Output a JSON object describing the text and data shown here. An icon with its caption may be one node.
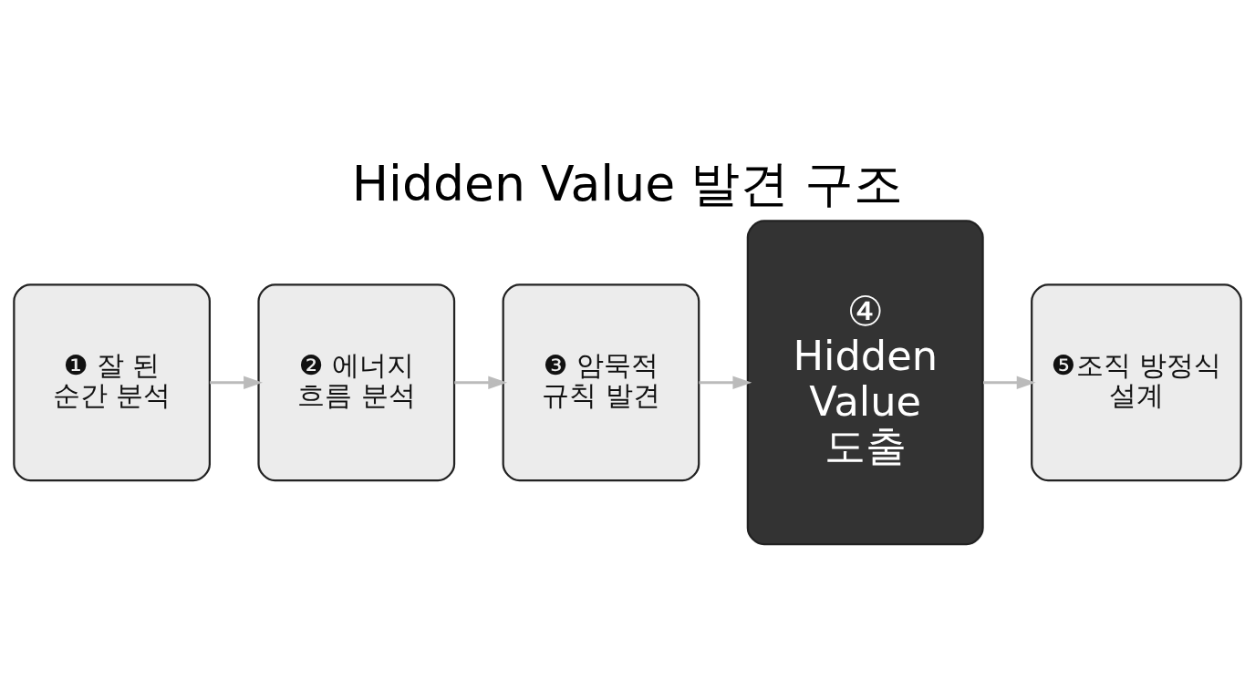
{
  "diagram": {
    "title": "Hidden Value 발견 구조",
    "nodes": [
      {
        "text": [
          "❶ 잘 된 순간 분석"
        ]
      },
      {
        "text": [
          "❷ 에너지 흐름 분석"
        ]
      },
      {
        "text": [
          "❸ 암묵적 규칙 발견"
        ]
      },
      {
        "text": [
          "④ Hidden Value 도출"
        ]
      },
      {
        "text": [
          "❺조직 방정식 설계"
        ]
      }
    ],
    "edges": [
      {
        "from": 0,
        "to": 1,
        "arrow": "to"
      },
      {
        "from": 1,
        "to": 2,
        "arrow": "to"
      },
      {
        "from": 2,
        "to": 3,
        "arrow": "to"
      },
      {
        "from": 3,
        "to": 4,
        "arrow": "to"
      }
    ]
  }
}
